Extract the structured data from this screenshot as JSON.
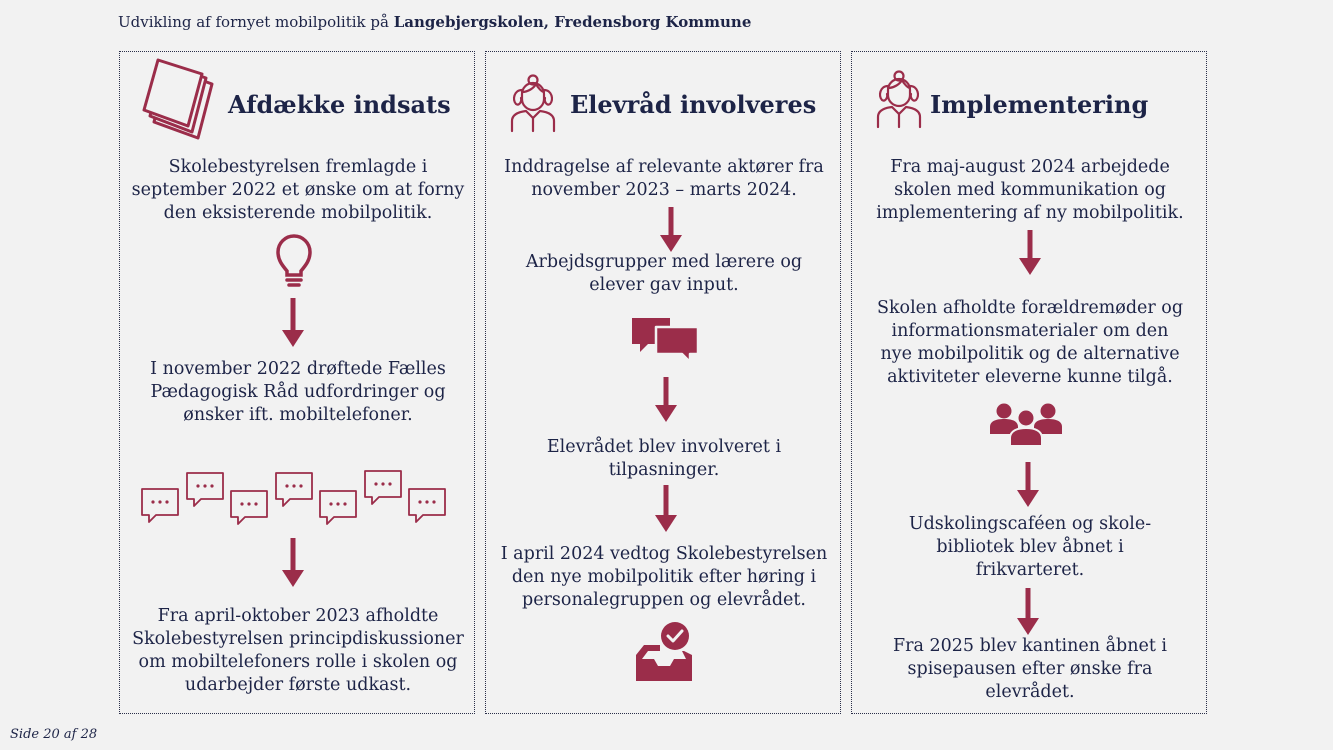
{
  "header": {
    "prefix": "Udvikling af fornyet mobilpolitik på",
    "school": "Langebjergskolen, Fredensborg Kommune"
  },
  "footer": {
    "page": "Side 20 af 28"
  },
  "colors": {
    "accent": "#9b2d4a",
    "text": "#1d2447",
    "background": "#f2f2f2"
  },
  "columns": [
    {
      "title": "Afdække indsats",
      "icon": "papers-icon",
      "steps": [
        [
          "Skolebestyrelsen fremlagde i",
          "september 2022 et ønske om at forny",
          "den eksisterende mobilpolitik."
        ],
        [
          "I november 2022 drøftede Fælles",
          "Pædagogisk Råd udfordringer og",
          "ønsker ift. mobiltelefoner."
        ],
        [
          "Fra april-oktober 2023 afholdte",
          "Skolebestyrelsen principdiskussioner",
          "om mobiltelefoners rolle i skolen og",
          "udarbejder første udkast."
        ]
      ],
      "step_icons": [
        "lightbulb-icon",
        "speech-bubbles-icon"
      ]
    },
    {
      "title": "Elevråd involveres",
      "icon": "student-icon",
      "steps": [
        [
          "Inddragelse af relevante aktører fra",
          "november 2023 – marts 2024."
        ],
        [
          "Arbejdsgrupper med lærere og",
          "elever gav input."
        ],
        [
          "Elevrådet blev involveret i",
          "tilpasninger."
        ],
        [
          "I april 2024 vedtog Skolebestyrelsen",
          "den nye mobilpolitik efter høring i",
          "personalegruppen og elevrådet."
        ]
      ],
      "step_icons": [
        "chat-icon",
        "approved-inbox-icon"
      ]
    },
    {
      "title": "Implementering",
      "icon": "student-icon",
      "steps": [
        [
          "Fra maj-august 2024 arbejdede",
          "skolen med kommunikation og",
          "implementering af ny mobilpolitik."
        ],
        [
          "Skolen afholdte forældremøder og",
          "informationsmaterialer om den",
          "nye mobilpolitik og de alternative",
          "aktiviteter eleverne kunne tilgå."
        ],
        [
          "Udskolingscaféen og skole-",
          "bibliotek blev åbnet i",
          "frikvarteret."
        ],
        [
          "Fra 2025 blev kantinen åbnet i",
          "spisepausen efter ønske fra",
          "elevrådet."
        ]
      ],
      "step_icons": [
        "group-icon"
      ]
    }
  ]
}
